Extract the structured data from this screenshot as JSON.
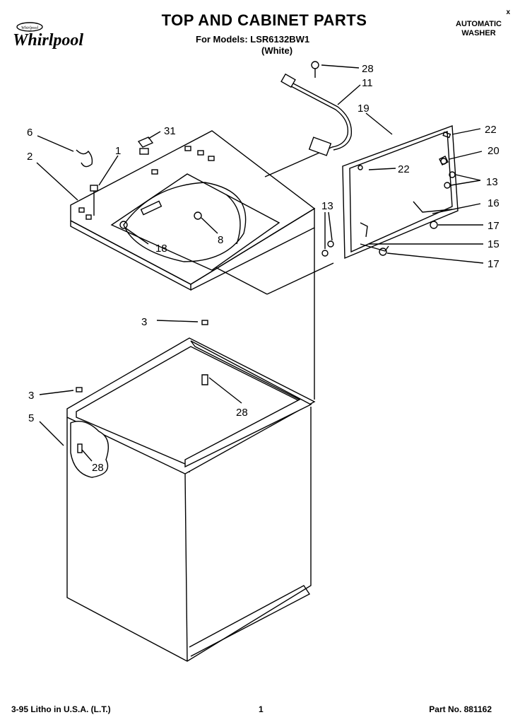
{
  "header": {
    "brand": "Whirlpool",
    "brand_badge": "Whirlpool",
    "title": "TOP AND CABINET PARTS",
    "models_line": "For Models: LSR6132BW1",
    "color_line": "(White)",
    "product_type_line1": "AUTOMATIC",
    "product_type_line2": "WASHER",
    "corner_mark": "x"
  },
  "callouts": {
    "c6": "6",
    "c31": "31",
    "c1": "1",
    "c2": "2",
    "c18": "18",
    "c8": "8",
    "c28_top": "28",
    "c11": "11",
    "c19": "19",
    "c22_a": "22",
    "c22_b": "22",
    "c20": "20",
    "c13_a": "13",
    "c16": "16",
    "c17_a": "17",
    "c15": "15",
    "c17_b": "17",
    "c13_b": "13",
    "c3_a": "3",
    "c28_mid": "28",
    "c3_b": "3",
    "c5": "5",
    "c28_low": "28"
  },
  "footer": {
    "litho": "3-95 Litho in U.S.A. (L.T.)",
    "page": "1",
    "part_no": "Part No. 881162"
  }
}
